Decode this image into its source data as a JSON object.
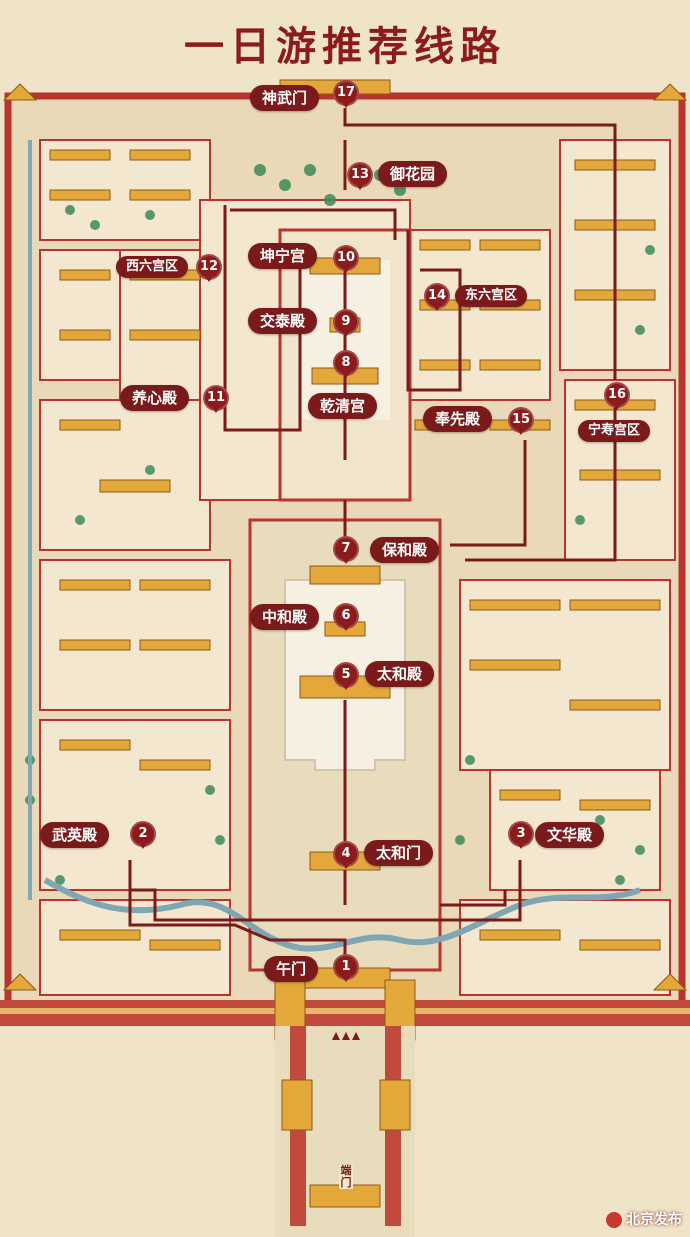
{
  "title": "一日游推荐线路",
  "labels": {
    "shenwumen": "神武门",
    "yuhuayuan": "御花园",
    "kunninggong": "坤宁宫",
    "xiliugong": "西六宫区",
    "dongliugong": "东六宫区",
    "jiaotaidian": "交泰殿",
    "yangxindian": "养心殿",
    "qianqinggong": "乾清宫",
    "fengxiandian": "奉先殿",
    "ningshougong": "宁寿宫区",
    "baohedian": "保和殿",
    "zhonghedian": "中和殿",
    "taihedian": "太和殿",
    "wuyingdian": "武英殿",
    "taihemen": "太和门",
    "wenhuadian": "文华殿",
    "wumen": "午门",
    "duanmen": "端门"
  },
  "stops": [
    "1",
    "2",
    "3",
    "4",
    "5",
    "6",
    "7",
    "8",
    "9",
    "10",
    "11",
    "12",
    "13",
    "14",
    "15",
    "16",
    "17"
  ],
  "watermark": "北京发布",
  "colors": {
    "route": "#7a1a1a",
    "wall": "#b8342c",
    "roof": "#e3a73a",
    "ground": "#efe3c8",
    "tree": "#3d8a5a",
    "water": "#7fa7b3",
    "plaza": "#f6f0e2"
  }
}
